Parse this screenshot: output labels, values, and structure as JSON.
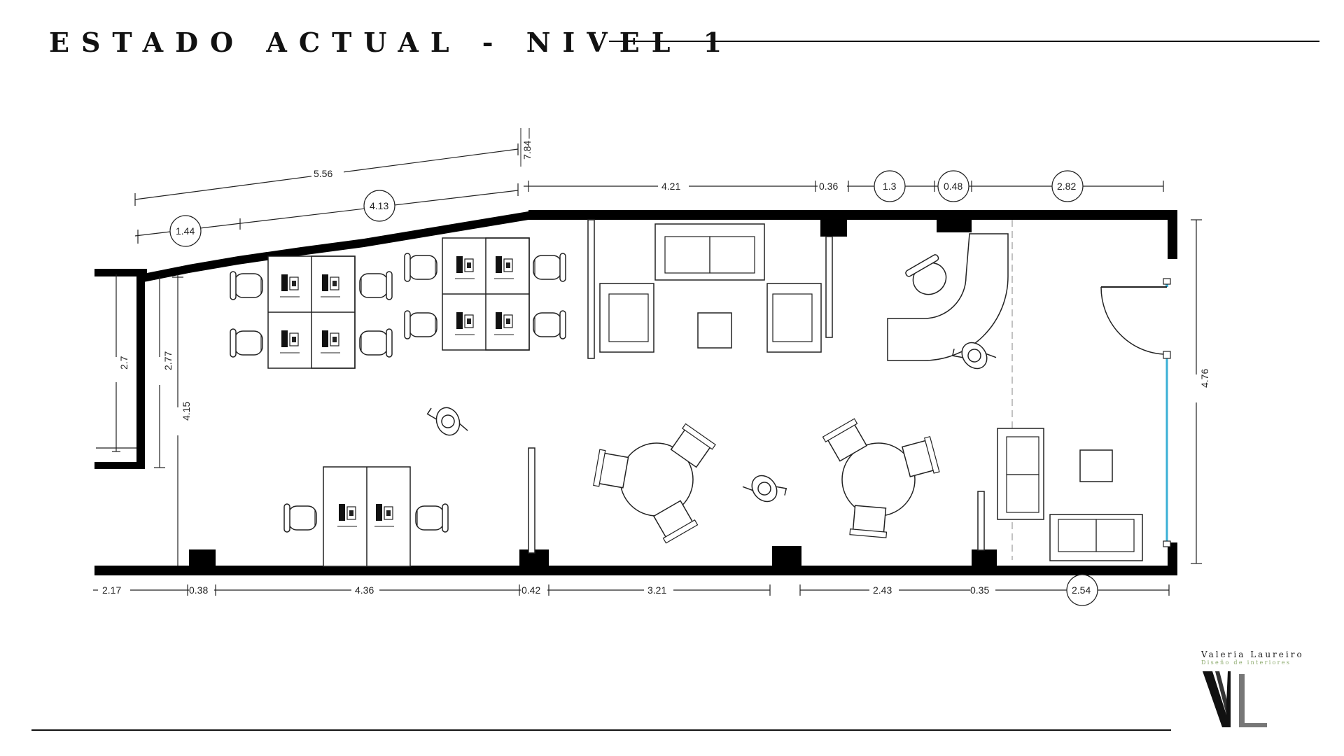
{
  "title": "ESTADO ACTUAL - NIVEL 1",
  "dimensions": {
    "top_diag_total": "5.56",
    "top_diag_a": "1.44",
    "top_diag_b": "4.13",
    "top_a": "4.21",
    "top_b": "0.36",
    "top_c": "1.3",
    "top_d": "0.48",
    "top_e": "2.82",
    "left_a": "2.7",
    "left_b": "2.77",
    "left_c": "4.15",
    "right_a": "4.76",
    "bottom_a": "2.17",
    "bottom_b": "0.38",
    "bottom_c": "4.36",
    "bottom_d": "0.42",
    "bottom_e": "3.21",
    "bottom_f": "2.43",
    "bottom_g": "0.35",
    "bottom_h": "2.54"
  },
  "brand": {
    "name": "Valeria Laureiro",
    "tagline": "Diseño de interiores",
    "monogram": "VL",
    "accent_color": "#8aa86a"
  },
  "colors": {
    "wall": "#000000",
    "line": "#222222",
    "glass": "#3bb0d6"
  }
}
